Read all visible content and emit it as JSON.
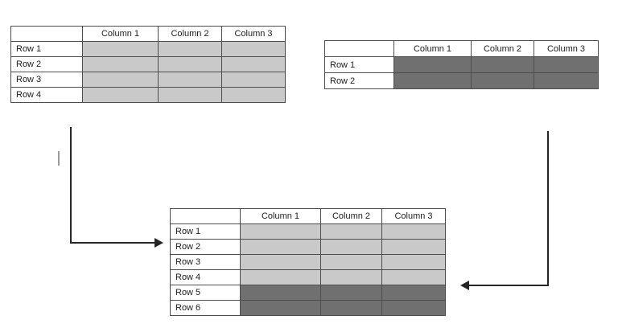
{
  "diagram": {
    "description_colors": {
      "light_fill": "#c9c9c9",
      "dark_fill": "#707070",
      "table_border": "#4d4d4d",
      "arrow": "#262626",
      "cursor": "#9a9a9a",
      "background": "#ffffff"
    }
  },
  "tables": {
    "top_left": {
      "headers": [
        "",
        "Column 1",
        "Column 2",
        "Column 3"
      ],
      "rows": [
        {
          "label": "Row 1",
          "shade": "light"
        },
        {
          "label": "Row 2",
          "shade": "light"
        },
        {
          "label": "Row 3",
          "shade": "light"
        },
        {
          "label": "Row 4",
          "shade": "light"
        }
      ]
    },
    "top_right": {
      "headers": [
        "",
        "Column 1",
        "Column 2",
        "Column 3"
      ],
      "rows": [
        {
          "label": "Row 1",
          "shade": "dark"
        },
        {
          "label": "Row 2",
          "shade": "dark"
        }
      ]
    },
    "merged": {
      "headers": [
        "",
        "Column 1",
        "Column 2",
        "Column 3"
      ],
      "rows": [
        {
          "label": "Row 1",
          "shade": "light"
        },
        {
          "label": "Row 2",
          "shade": "light"
        },
        {
          "label": "Row 3",
          "shade": "light"
        },
        {
          "label": "Row 4",
          "shade": "light"
        },
        {
          "label": "Row 5",
          "shade": "dark"
        },
        {
          "label": "Row 6",
          "shade": "dark"
        }
      ]
    }
  }
}
